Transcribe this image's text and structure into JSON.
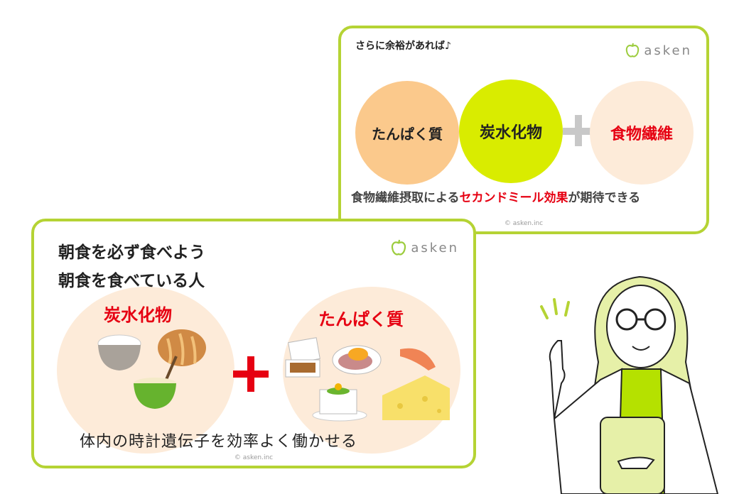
{
  "card_top": {
    "heading": "さらに余裕があれば♪",
    "logo_text": "asken",
    "circles": [
      "たんぱく質",
      "炭水化物",
      "食物繊維"
    ],
    "plus": "+",
    "caption_pre": "食物繊維摂取による",
    "caption_highlight": "セカンドミール効果",
    "caption_post": "が期待できる",
    "copyright": "© asken.inc"
  },
  "card_bottom": {
    "title_line1": "朝食を必ず食べよう",
    "title_line2": "朝食を食べている人",
    "logo_text": "asken",
    "left_label": "炭水化物",
    "right_label": "たんぱく質",
    "plus": "+",
    "caption": "体内の時計遺伝子を効率よく働かせる",
    "copyright": "© asken.inc"
  },
  "colors": {
    "border": "#b5d334",
    "protein": "#fbc98c",
    "carb": "#d9ec00",
    "fiber": "#fdebd9",
    "accent_red": "#e60012"
  }
}
